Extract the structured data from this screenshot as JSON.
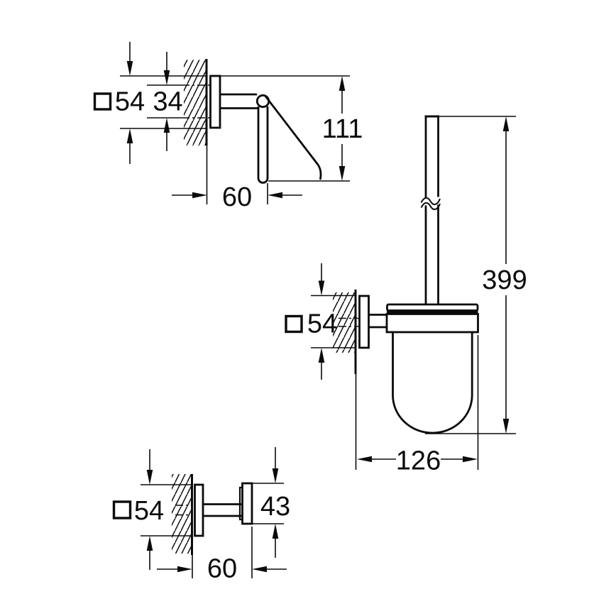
{
  "canvas": {
    "background": "#ffffff",
    "line_color": "#0b0b0b"
  },
  "drawings": [
    {
      "id": "toilet-paper-holder",
      "dimensions": {
        "plate": {
          "symbol": "square",
          "value": "54"
        },
        "plate_inner": {
          "value": "34"
        },
        "height": {
          "value": "111"
        },
        "depth": {
          "value": "60"
        }
      }
    },
    {
      "id": "toilet-brush-set",
      "dimensions": {
        "plate": {
          "symbol": "square",
          "value": "54"
        },
        "height": {
          "value": "399"
        },
        "depth": {
          "value": "126"
        }
      }
    },
    {
      "id": "robe-hook",
      "dimensions": {
        "plate": {
          "symbol": "square",
          "value": "54"
        },
        "head": {
          "value": "43"
        },
        "depth": {
          "value": "60"
        }
      }
    }
  ]
}
